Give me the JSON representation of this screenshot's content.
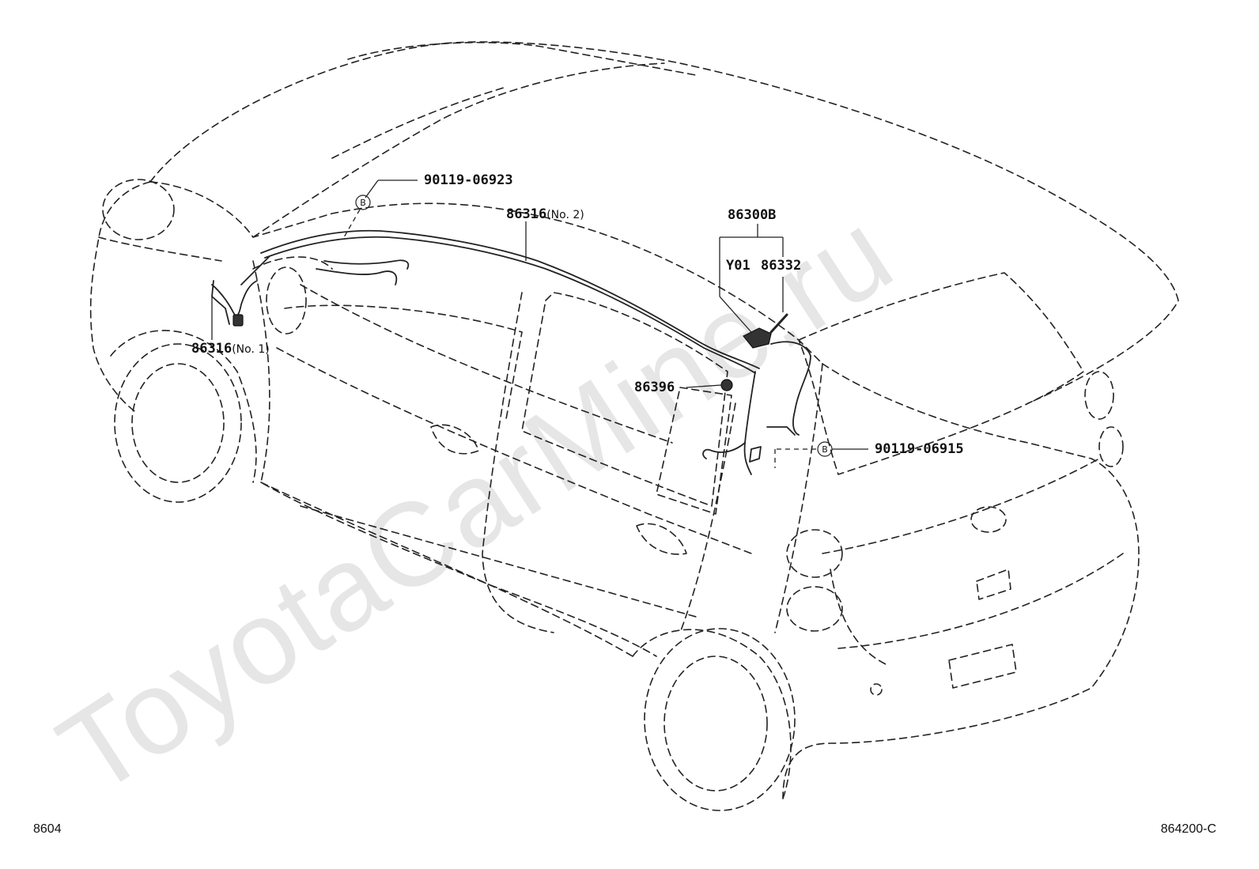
{
  "watermark": "ToyotaCarMine.ru",
  "labels": {
    "bolt_top": "90119-06923",
    "circle_b_top": "B",
    "harness_no2_pn": "86316",
    "harness_no2_qual": "(No. 2)",
    "antenna_assy": "86300B",
    "y01": "Y01",
    "antenna_pole": "86332",
    "harness_no1_pn": "86316",
    "harness_no1_qual": "(No. 1)",
    "grommet": "86396",
    "circle_b_right": "B",
    "bolt_right": "90119-06915"
  },
  "footer": {
    "left": "8604",
    "right": "864200-C"
  }
}
